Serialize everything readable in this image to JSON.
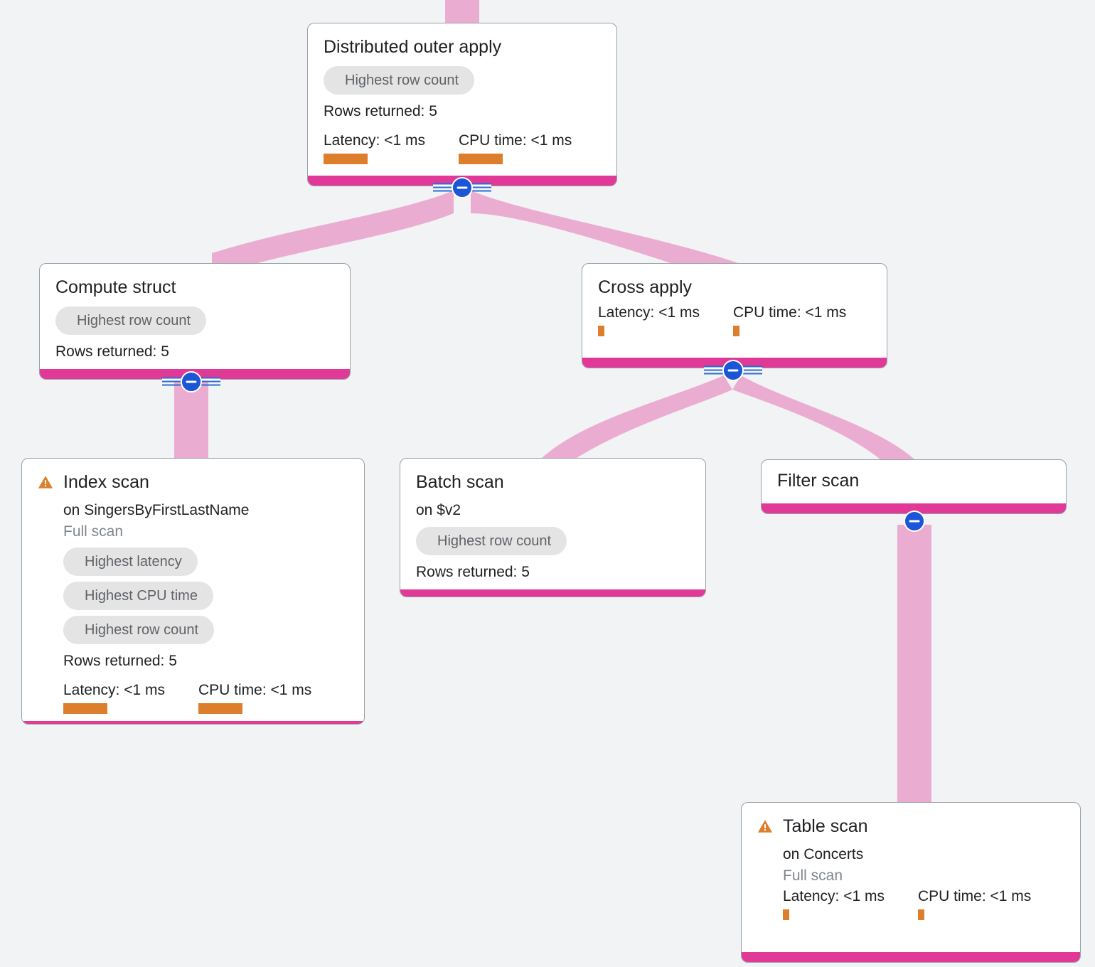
{
  "canvas": {
    "background_color": "#f1f3f4",
    "edge_color": "#eaadd1",
    "accent_color": "#e03997",
    "bar_color": "#dd7e2d",
    "badge_bg_color": "#e4e4e4",
    "badge_text_color": "#5f6368",
    "toggle_color": "#1a56d6"
  },
  "nodes": [
    {
      "id": "distributed-outer-apply",
      "title": "Distributed outer apply",
      "badges": [
        "Highest row count"
      ],
      "rows_returned": "Rows returned: 5",
      "metrics": [
        {
          "label": "Latency: <1 ms",
          "bar": "wide"
        },
        {
          "label": "CPU time: <1 ms",
          "bar": "wide"
        }
      ]
    },
    {
      "id": "compute-struct",
      "title": "Compute struct",
      "badges": [
        "Highest row count"
      ],
      "rows_returned": "Rows returned: 5",
      "metrics": []
    },
    {
      "id": "cross-apply",
      "title": "Cross apply",
      "badges": [],
      "metrics": [
        {
          "label": "Latency: <1 ms",
          "bar": "narrow"
        },
        {
          "label": "CPU time: <1 ms",
          "bar": "narrow"
        }
      ]
    },
    {
      "id": "index-scan",
      "title": "Index scan",
      "warning": "warning-icon",
      "subtitle": "on SingersByFirstLastName",
      "scan_type": "Full scan",
      "badges": [
        "Highest latency",
        "Highest CPU time",
        "Highest row count"
      ],
      "rows_returned": "Rows returned: 5",
      "metrics": [
        {
          "label": "Latency: <1 ms",
          "bar": "wide"
        },
        {
          "label": "CPU time: <1 ms",
          "bar": "wide"
        }
      ]
    },
    {
      "id": "batch-scan",
      "title": "Batch scan",
      "subtitle": "on $v2",
      "badges": [
        "Highest row count"
      ],
      "rows_returned": "Rows returned: 5",
      "metrics": []
    },
    {
      "id": "filter-scan",
      "title": "Filter scan",
      "badges": [],
      "metrics": []
    },
    {
      "id": "table-scan",
      "title": "Table scan",
      "warning": "warning-icon",
      "subtitle": "on Concerts",
      "scan_type": "Full scan",
      "badges": [],
      "metrics": [
        {
          "label": "Latency: <1 ms",
          "bar": "narrow"
        },
        {
          "label": "CPU time: <1 ms",
          "bar": "narrow"
        }
      ]
    }
  ]
}
